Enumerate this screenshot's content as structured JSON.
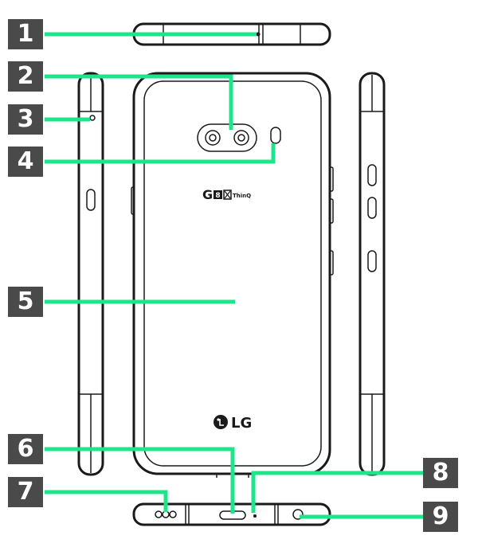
{
  "callouts": [
    {
      "number": "1"
    },
    {
      "number": "2"
    },
    {
      "number": "3"
    },
    {
      "number": "4"
    },
    {
      "number": "5"
    },
    {
      "number": "6"
    },
    {
      "number": "7"
    },
    {
      "number": "8"
    },
    {
      "number": "9"
    }
  ],
  "device": {
    "model_mark": "G",
    "model_mark_badge": "8",
    "model_suffix": "ThinQ",
    "brand": "LG"
  },
  "colors": {
    "leader": "#1ee58a",
    "badge": "#4a4a4a",
    "outline": "#1a1a1a"
  }
}
